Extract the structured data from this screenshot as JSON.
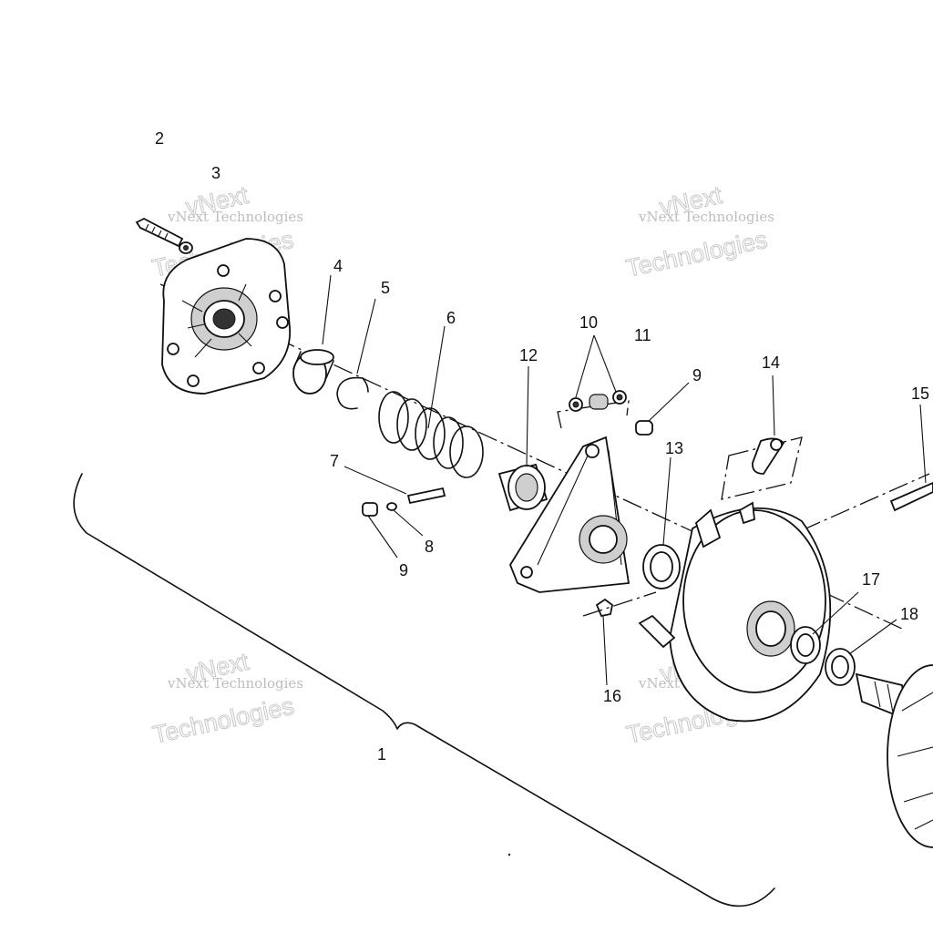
{
  "watermark": {
    "line1": "vNext Technologies",
    "line2": "vNext",
    "line3": "Technologies"
  },
  "callouts": {
    "c1": "1",
    "c2": "2",
    "c3": "3",
    "c4": "4",
    "c5": "5",
    "c6": "6",
    "c7": "7",
    "c8": "8",
    "c9a": "9",
    "c9b": "9",
    "c10": "10",
    "c11": "11",
    "c12": "12",
    "c13": "13",
    "c14": "14",
    "c15": "15",
    "c16": "16",
    "c17": "17",
    "c18": "18"
  }
}
